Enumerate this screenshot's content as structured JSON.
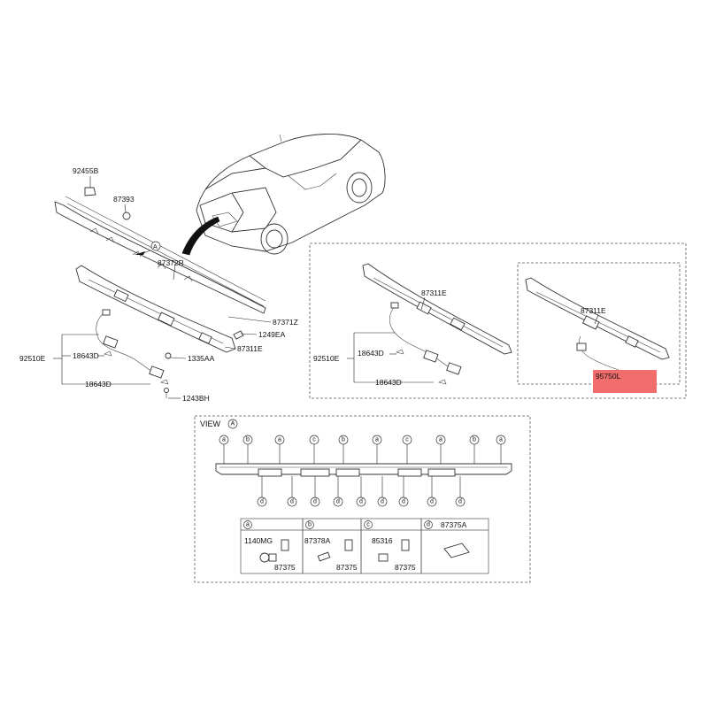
{
  "labels": {
    "p92455B": "92455B",
    "p87393": "87393",
    "refA": "A",
    "p87372R": "87372R",
    "p87371Z": "87371Z",
    "p1249EA": "1249EA",
    "p87311E_main": "87311E",
    "p1335AA": "1335AA",
    "p92510E_main": "92510E",
    "p18643D_main_1": "18643D",
    "p18643D_main_2": "18643D",
    "p1243BH": "1243BH",
    "p87311E_mid": "87311E",
    "p92510E_mid": "92510E",
    "p18643D_mid_1": "18643D",
    "p18643D_mid_2": "18643D",
    "p87311E_right": "87311E",
    "p95750L": "95750L"
  },
  "view": {
    "title": "VIEW",
    "ref": "A",
    "top_callouts": [
      "a",
      "b",
      "a",
      "c",
      "b",
      "a",
      "c",
      "a",
      "b",
      "a"
    ],
    "bottom_callouts": [
      "d",
      "d",
      "d",
      "d",
      "d",
      "d",
      "d",
      "d",
      "d"
    ],
    "legend": [
      {
        "key": "a",
        "parts": [
          "1140MG",
          "87375"
        ]
      },
      {
        "key": "b",
        "parts": [
          "87378A",
          "87375"
        ]
      },
      {
        "key": "c",
        "parts": [
          "85316",
          "87375"
        ]
      },
      {
        "key": "d",
        "parts": [
          "87375A"
        ]
      }
    ]
  },
  "colors": {
    "highlight": "#f26d6d"
  }
}
